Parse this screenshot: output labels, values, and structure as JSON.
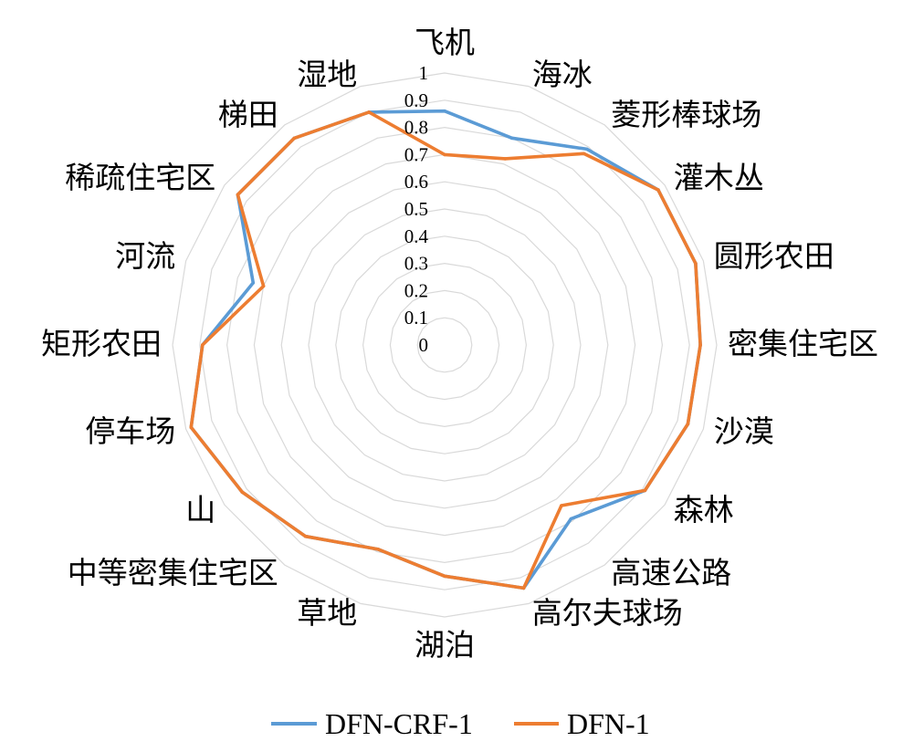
{
  "chart_data": {
    "type": "radar",
    "categories": [
      "飞机",
      "海冰",
      "菱形棒球场",
      "灌木丛",
      "圆形农田",
      "密集住宅区",
      "沙漠",
      "森林",
      "高速公路",
      "高尔夫球场",
      "湖泊",
      "草地",
      "中等密集住宅区",
      "山",
      "停车场",
      "矩形农田",
      "河流",
      "稀疏住宅区",
      "梯田",
      "湿地"
    ],
    "series": [
      {
        "name": "DFN-CRF-1",
        "color": "#5b9bd5",
        "values": [
          0.86,
          0.8,
          0.89,
          0.97,
          0.97,
          0.94,
          0.94,
          0.91,
          0.79,
          0.94,
          0.85,
          0.79,
          0.87,
          0.92,
          0.98,
          0.89,
          0.74,
          0.94,
          0.94,
          0.9
        ]
      },
      {
        "name": "DFN-1",
        "color": "#ed7d31",
        "values": [
          0.7,
          0.72,
          0.87,
          0.97,
          0.97,
          0.94,
          0.94,
          0.91,
          0.73,
          0.94,
          0.85,
          0.79,
          0.87,
          0.92,
          0.98,
          0.89,
          0.7,
          0.94,
          0.94,
          0.9
        ]
      }
    ],
    "rlim": [
      0,
      1
    ],
    "ticks": [
      "0",
      "0.1",
      "0.2",
      "0.3",
      "0.4",
      "0.5",
      "0.6",
      "0.7",
      "0.8",
      "0.9",
      "1"
    ],
    "grid": true,
    "gridline_color": "#d9d9d9",
    "legend": "bottom"
  }
}
